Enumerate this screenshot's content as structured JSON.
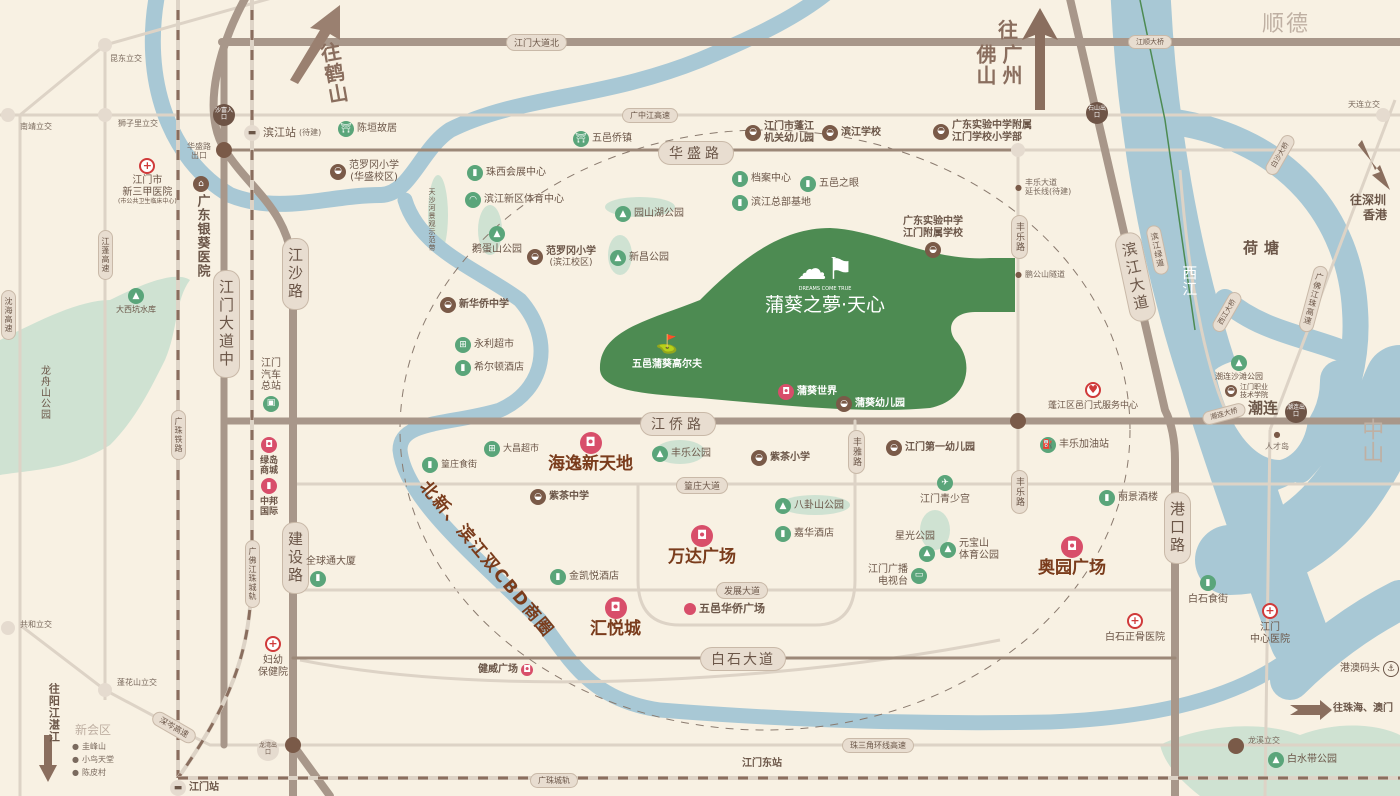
{
  "regions": {
    "shunde": "顺德",
    "zhongshan": "中山",
    "hetang": "荷塘",
    "xijiang": "西江",
    "chaolian": "潮连",
    "xinhui": "新会区"
  },
  "directions": {
    "heshan": "往鹤山",
    "wang": "往",
    "foshan": "佛山",
    "guangzhou": "广州",
    "shenzhen": "往深圳\n香港",
    "shenzhen1": "往深圳",
    "shenzhen2": "香港",
    "zhuhai": "往珠海、澳门",
    "yangjiang": "往阳江湛江"
  },
  "xinhui_places": [
    "圭峰山",
    "小鸟天堂",
    "陈皮村"
  ],
  "project": {
    "name": "蒲葵之夢·天心",
    "slogan": "DREAMS COME TRUE",
    "golf": "五邑蒲葵高尔夫",
    "world": "蒲葵世界",
    "kindergarten": "蒲葵幼儿园"
  },
  "cbd": "北新、滨江双CBD商圈",
  "roads": {
    "jmdd_north": "江门大道北",
    "huasheng": "华盛路",
    "jiangqiao": "江侨路",
    "jmdd_mid": "江门大道中",
    "jiangsha": "江沙路",
    "binjiang": "滨江大道",
    "gangkou": "港口路",
    "jianshe": "建设路",
    "baishi": "白石大道",
    "huangzhuang": "篁庄大道",
    "fazhan": "发展大道",
    "fengya": "丰雅路",
    "fengle": "丰乐路",
    "gzj": "广中江高速",
    "jpgs": "江蓬高速",
    "shgs": "沈海高速",
    "gzrail": "广珠铁路",
    "gfjz_rail": "广佛江珠城轨",
    "gzcg": "广珠城轨",
    "prd_ring": "珠三角环线高速",
    "scgs": "深岑高速",
    "bjlvdao": "滨江绿道",
    "gfjz_hw": "广佛江珠高速",
    "jiangshun_br": "江顺大桥",
    "baisha_br": "白沙大桥",
    "xijiang_br": "西江大桥",
    "chaolian_br": "潮连大桥"
  },
  "exits": {
    "shafu": "沙富入口",
    "shishan": "石山出口",
    "chaolian": "潮连出口",
    "longwan": "龙湾出口",
    "huasheng": "华盛路出口"
  },
  "interchanges": {
    "kundong": "昆东立交",
    "nanjing": "南靖立交",
    "shizili": "狮子里立交",
    "tianlian": "天连立交",
    "gonghe": "共和立交",
    "penghua": "蓬花山立交",
    "longxi": "龙溪立交"
  },
  "stations": {
    "binjiang": "滨江站",
    "binjiang_note": "(待建)",
    "jiangmen": "江门站",
    "jmeast": "江门东站",
    "bus": "江门汽车总站"
  },
  "pois": {
    "chenyuan": "陈垣故居",
    "fanluogang_hs": "范罗冈小学",
    "fanluogang_hs2": "(华盛校区)",
    "hospital_new": "江门市\n新三甲医院",
    "hospital_new_note": "(市公共卫生临床中心)",
    "yinkui": "广东银葵医院",
    "daxikeng": "大西坑水库",
    "longzhou": "龙舟山公园",
    "tiansha": "天沙河景观示范带",
    "wuyiqiaozhen": "五邑侨镇",
    "jgkid": "江门市蓬江\n机关幼儿园",
    "bjschool": "滨江学校",
    "gdsy_primary": "广东实验中学附属\n江门学校小学部",
    "zhuxi": "珠西会展中心",
    "bjsports": "滨江新区体育中心",
    "yuanshanhu": "园山湖公园",
    "edanshan": "鹅蛋山公园",
    "fanluogang_bj": "范罗冈小学",
    "fanluogang_bj2": "(滨江校区)",
    "xinchang": "新昌公园",
    "archive": "档案中心",
    "wuyieye": "五邑之眼",
    "bjhq": "滨江总部基地",
    "gdsy_jm": "广东实验中学\n江门附属学校",
    "xinhuaqiao": "新华侨中学",
    "yongli": "永利超市",
    "hilton": "希尔顿酒店",
    "fengle_ext": "丰乐大道\n延长线(待建)",
    "penggong": "鹏公山隧道",
    "service": "蓬江区邑门式服务中心",
    "chaolian_beach": "潮连沙滩公园",
    "jm_poly": "江门职业\n技术学院",
    "rencai": "人才岛",
    "lvdao": "绿岛\n商城",
    "zhongbang": "中邦\n国际",
    "quanqiutong": "全球通大厦",
    "fuyou": "妇幼\n保健院",
    "dachang": "大昌超市",
    "huangzhuang_food": "篁庄食街",
    "haiyi": "海逸新天地",
    "fengle_park": "丰乐公园",
    "zicha_pri": "紫茶小学",
    "jm_kid1": "江门第一幼儿园",
    "zicha_mid": "紫茶中学",
    "bagua": "八卦山公园",
    "jiahua": "嘉华酒店",
    "youth": "江门青少宫",
    "xingguang": "星光公园",
    "yuanbao": "元宝山\n体育公园",
    "jmtv": "江门广播\n电视台",
    "wanda": "万达广场",
    "wuyi_plaza": "五邑华侨广场",
    "jinkaiyue": "金凯悦酒店",
    "huiyue": "汇悦城",
    "jianwei": "健威广场",
    "fengle_gas": "丰乐加油站",
    "lijing": "丽景酒楼",
    "aoyuan": "奥园广场",
    "baishi_food": "白石食街",
    "baishi_bone": "白石正骨医院",
    "jm_central": "江门\n中心医院",
    "ferry": "港澳码头",
    "baishuidai": "白水带公园"
  },
  "colors": {
    "river": "#a8c8d5",
    "road": "#a8978a",
    "project": "#4d8b52",
    "park": "#cfe2d2",
    "accent": "#7a3c1c"
  }
}
